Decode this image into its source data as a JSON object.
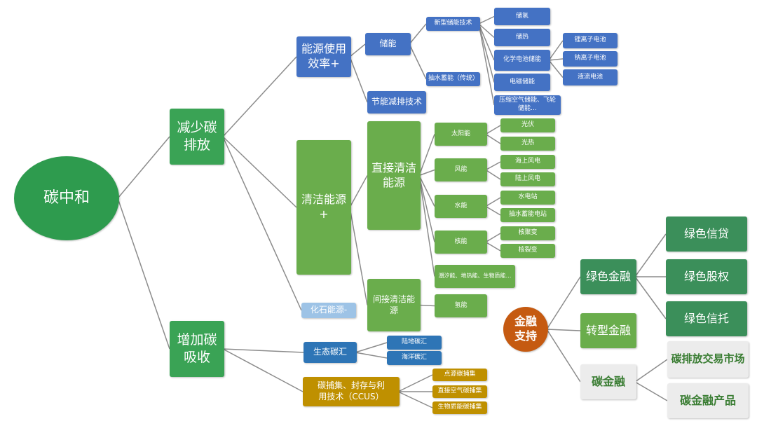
{
  "root": "碳中和",
  "reduce": "减少碳排放",
  "increase": "增加碳吸收",
  "efficiency": "能源使用效率+",
  "storage": "储能",
  "saving": "节能减排技术",
  "new_storage": "新型储能技术",
  "pumped": "抽水蓄能（传统）",
  "hydrogen_storage": "储氢",
  "heat_storage": "储热",
  "chem_storage": "化学电池储能",
  "em_storage": "电磁储能",
  "air_storage": "压缩空气储能、飞轮储能…",
  "li": "锂离子电池",
  "na": "钠离子电池",
  "flow": "液流电池",
  "clean": "清洁能源+",
  "direct": "直接清洁能源",
  "indirect": "间接清洁能源",
  "fossil": "化石能源-",
  "solar": "太阳能",
  "wind": "风能",
  "water": "水能",
  "nuclear": "核能",
  "tidal": "潮汐能、地热能、生物质能…",
  "h2": "氢能",
  "pv": "光伏",
  "pt": "光热",
  "offshore": "海上风电",
  "onshore": "陆上风电",
  "hydro": "水电站",
  "pumped_station": "抽水蓄能电站",
  "fusion": "核聚变",
  "fission": "核裂变",
  "eco_sink": "生态碳汇",
  "land_sink": "陆地碳汇",
  "ocean_sink": "海洋碳汇",
  "ccus": "碳捕集、封存与利用技术（CCUS）",
  "point": "点源碳捕集",
  "dac": "直接空气碳捕集",
  "beccs": "生物质能碳捕集",
  "finance": "金融支持",
  "green_fin": "绿色金融",
  "trans_fin": "转型金融",
  "carbon_fin": "碳金融",
  "credit": "绿色信贷",
  "equity": "绿色股权",
  "trust": "绿色信托",
  "market": "碳排放交易市场",
  "products": "碳金融产品"
}
